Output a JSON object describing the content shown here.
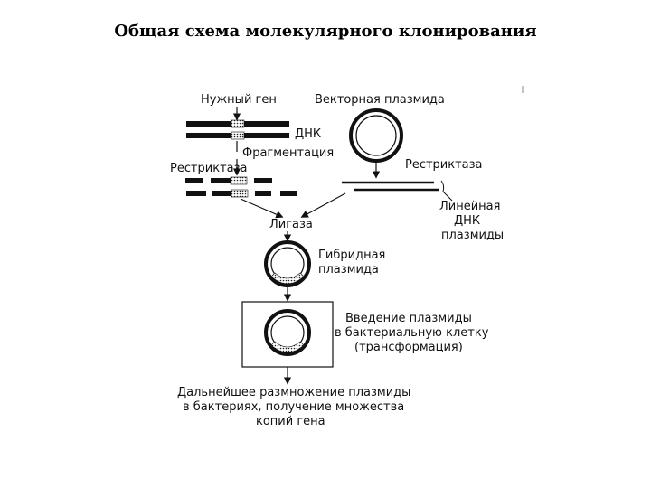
{
  "title": "Общая схема молекулярного клонирования",
  "labels": {
    "gene": "Нужный ген",
    "dna": "ДНК",
    "fragmentation": "Фрагментация",
    "restrictase_left": "Рестриктаза",
    "vector_plasmid": "Векторная плазмида",
    "restrictase_right": "Рестриктаза",
    "linear_dna_1": "Линейная",
    "linear_dna_2": "ДНК",
    "linear_dna_3": "плазмиды",
    "ligase": "Лигаза",
    "hybrid_1": "Гибридная",
    "hybrid_2": "плазмида",
    "intro_1": "Введение плазмиды",
    "intro_2": "в бактериальную клетку",
    "intro_3": "(трансформация)",
    "final_1": "Дальнейшее размножение плазмиды",
    "final_2": "в бактериях, получение множества",
    "final_3": "копий гена"
  }
}
